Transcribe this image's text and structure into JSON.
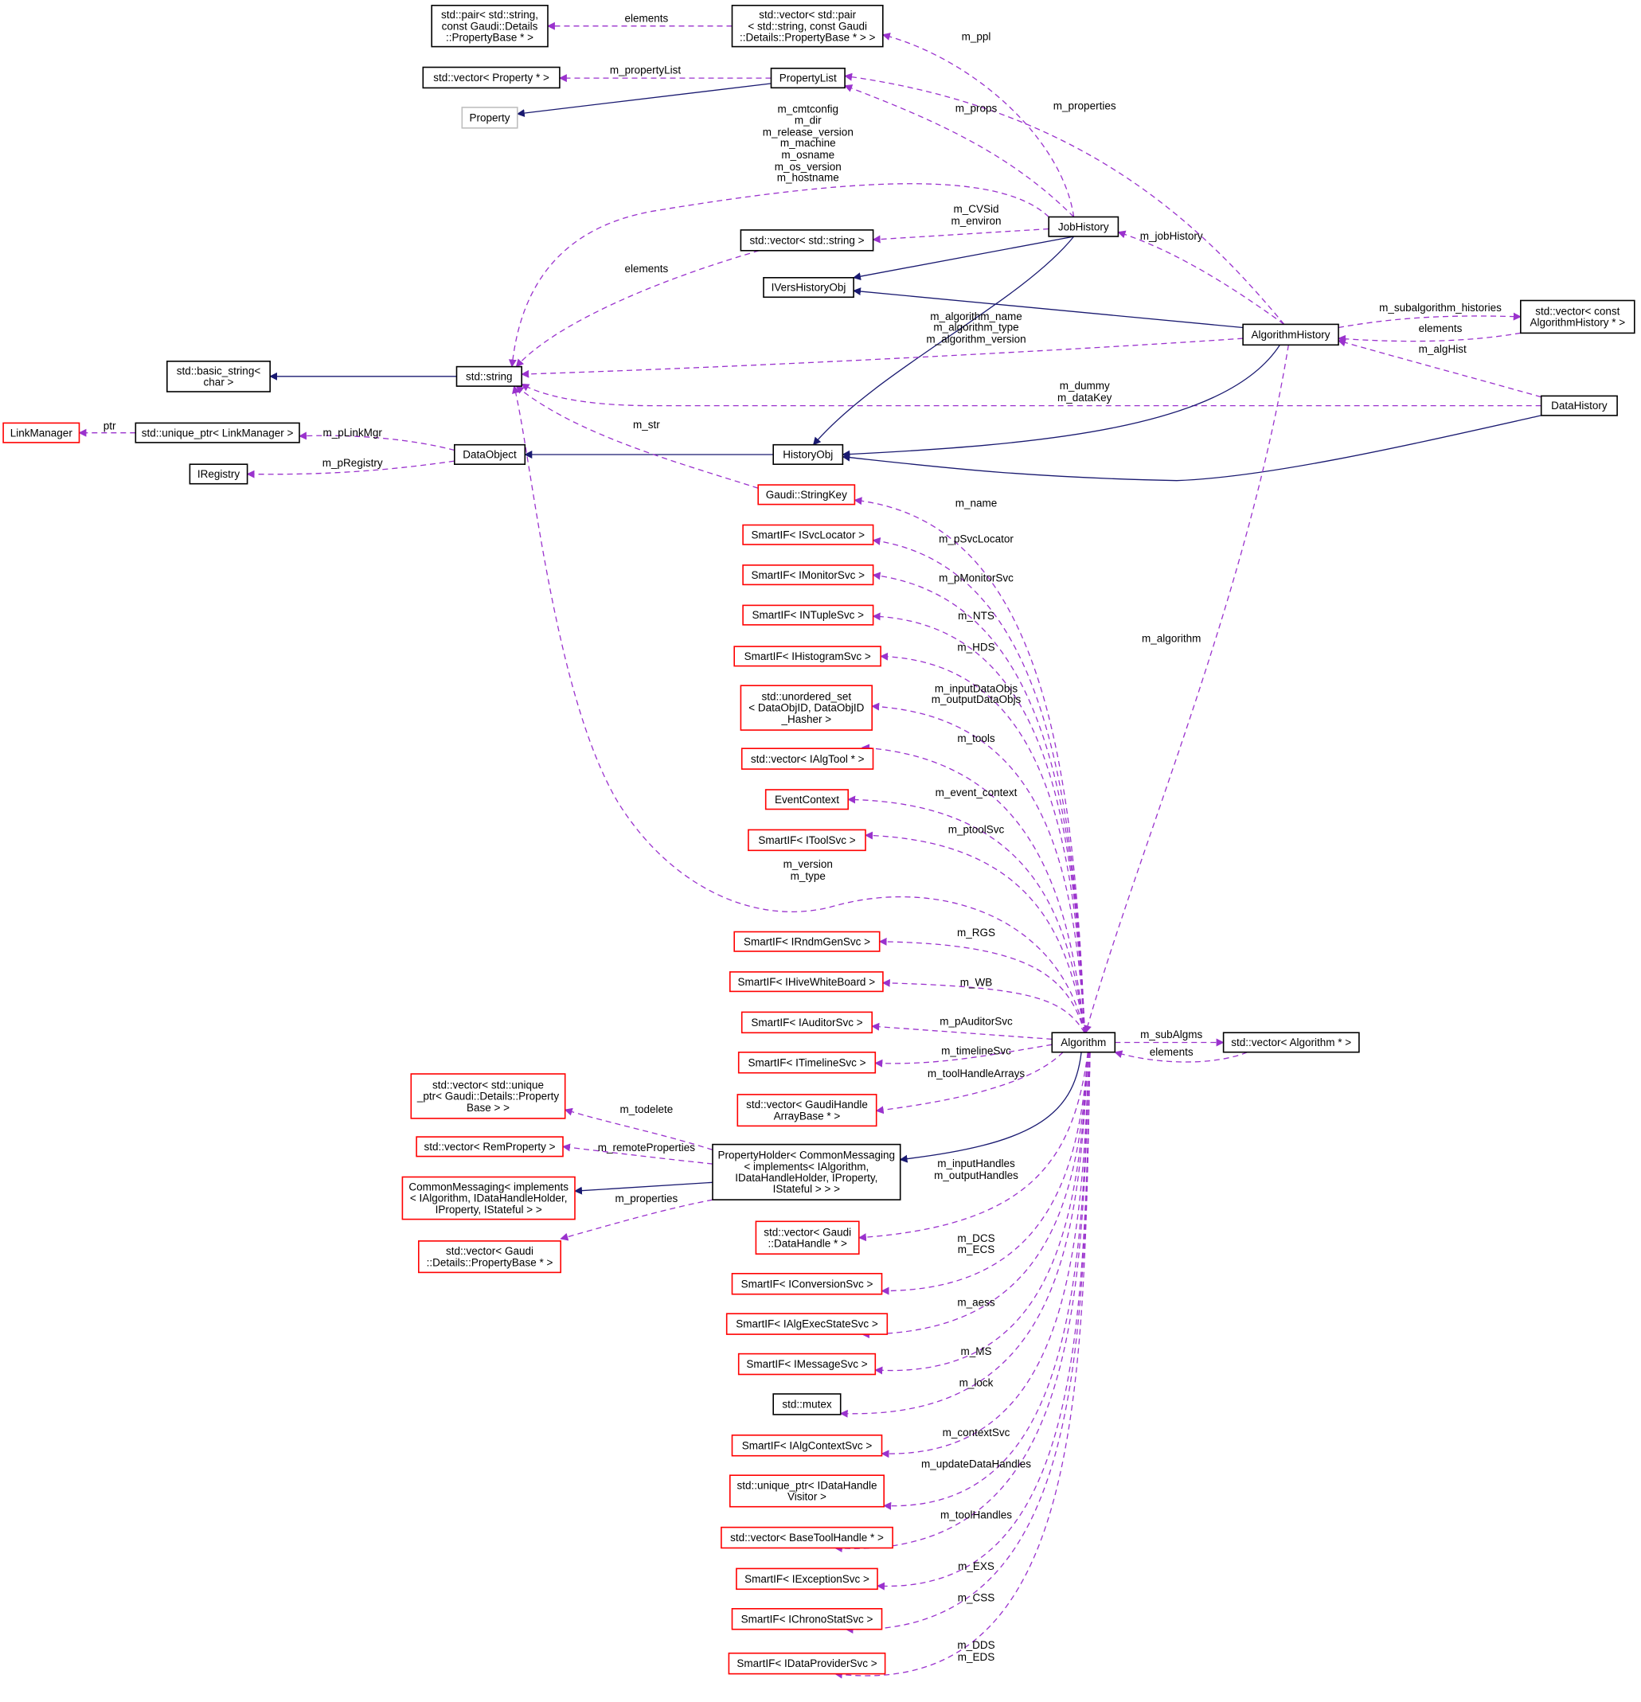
{
  "diagram": {
    "colors": {
      "inheritance": "#191970",
      "usage": "#9a32cd",
      "node_border_default": "#000000",
      "node_border_incomplete": "#ff0000",
      "node_border_external": "#bfbfbf",
      "node_fill_focus": "#bfbfbf"
    },
    "nodes": [
      {
        "id": "pair_prop",
        "lines": [
          "std::pair< std::string,",
          "const Gaudi::Details",
          "::PropertyBase * >"
        ],
        "style": "normal"
      },
      {
        "id": "vec_pair",
        "lines": [
          "std::vector< std::pair",
          "< std::string, const Gaudi",
          "::Details::PropertyBase * > >"
        ],
        "style": "normal"
      },
      {
        "id": "vec_property",
        "lines": [
          "std::vector< Property * >"
        ],
        "style": "normal"
      },
      {
        "id": "property_list",
        "lines": [
          "PropertyList"
        ],
        "style": "normal"
      },
      {
        "id": "property",
        "lines": [
          "Property"
        ],
        "style": "external"
      },
      {
        "id": "vec_string",
        "lines": [
          "std::vector< std::string >"
        ],
        "style": "normal"
      },
      {
        "id": "job_history",
        "lines": [
          "JobHistory"
        ],
        "style": "normal"
      },
      {
        "id": "ivers_history_obj",
        "lines": [
          "IVersHistoryObj"
        ],
        "style": "normal"
      },
      {
        "id": "algorithm_history",
        "lines": [
          "AlgorithmHistory"
        ],
        "style": "normal"
      },
      {
        "id": "vec_alg_hist",
        "lines": [
          "std::vector< const",
          "AlgorithmHistory * >"
        ],
        "style": "normal"
      },
      {
        "id": "basic_string",
        "lines": [
          "std::basic_string<",
          "char >"
        ],
        "style": "normal"
      },
      {
        "id": "std_string",
        "lines": [
          "std::string"
        ],
        "style": "normal"
      },
      {
        "id": "data_history",
        "lines": [
          "DataHistory"
        ],
        "style": "focus"
      },
      {
        "id": "link_manager",
        "lines": [
          "LinkManager"
        ],
        "style": "incomplete"
      },
      {
        "id": "unique_link_mgr",
        "lines": [
          "std::unique_ptr< LinkManager >"
        ],
        "style": "normal"
      },
      {
        "id": "data_object",
        "lines": [
          "DataObject"
        ],
        "style": "normal"
      },
      {
        "id": "history_obj",
        "lines": [
          "HistoryObj"
        ],
        "style": "normal"
      },
      {
        "id": "iregistry",
        "lines": [
          "IRegistry"
        ],
        "style": "normal"
      },
      {
        "id": "string_key",
        "lines": [
          "Gaudi::StringKey"
        ],
        "style": "incomplete"
      },
      {
        "id": "si_svclocator",
        "lines": [
          "SmartIF< ISvcLocator >"
        ],
        "style": "incomplete"
      },
      {
        "id": "si_monitorsvc",
        "lines": [
          "SmartIF< IMonitorSvc >"
        ],
        "style": "incomplete"
      },
      {
        "id": "si_ntuplesvc",
        "lines": [
          "SmartIF< INTupleSvc >"
        ],
        "style": "incomplete"
      },
      {
        "id": "si_histogramsvc",
        "lines": [
          "SmartIF< IHistogramSvc >"
        ],
        "style": "incomplete"
      },
      {
        "id": "unordered_set",
        "lines": [
          "std::unordered_set",
          "< DataObjID, DataObjID",
          "_Hasher >"
        ],
        "style": "incomplete"
      },
      {
        "id": "vec_algtool",
        "lines": [
          "std::vector< IAlgTool * >"
        ],
        "style": "incomplete"
      },
      {
        "id": "event_context",
        "lines": [
          "EventContext"
        ],
        "style": "incomplete"
      },
      {
        "id": "si_toolsvc",
        "lines": [
          "SmartIF< IToolSvc >"
        ],
        "style": "incomplete"
      },
      {
        "id": "si_rndmgensvc",
        "lines": [
          "SmartIF< IRndmGenSvc >"
        ],
        "style": "incomplete"
      },
      {
        "id": "si_hivewhiteboard",
        "lines": [
          "SmartIF< IHiveWhiteBoard >"
        ],
        "style": "incomplete"
      },
      {
        "id": "si_auditorsvc",
        "lines": [
          "SmartIF< IAuditorSvc >"
        ],
        "style": "incomplete"
      },
      {
        "id": "si_timelinesvc",
        "lines": [
          "SmartIF< ITimelineSvc >"
        ],
        "style": "incomplete"
      },
      {
        "id": "algorithm",
        "lines": [
          "Algorithm"
        ],
        "style": "normal"
      },
      {
        "id": "vec_algorithm",
        "lines": [
          "std::vector< Algorithm * >"
        ],
        "style": "normal"
      },
      {
        "id": "vec_unique_propbase",
        "lines": [
          "std::vector< std::unique",
          "_ptr< Gaudi::Details::Property",
          "Base > >"
        ],
        "style": "incomplete"
      },
      {
        "id": "vec_gaudihandle_arraybase",
        "lines": [
          "std::vector< GaudiHandle",
          "ArrayBase * >"
        ],
        "style": "incomplete"
      },
      {
        "id": "vec_remproperty",
        "lines": [
          "std::vector< RemProperty >"
        ],
        "style": "incomplete"
      },
      {
        "id": "property_holder",
        "lines": [
          "PropertyHolder< CommonMessaging",
          "< implements< IAlgorithm,",
          "IDataHandleHolder, IProperty,",
          "IStateful > > >"
        ],
        "style": "normal"
      },
      {
        "id": "common_messaging",
        "lines": [
          "CommonMessaging< implements",
          "< IAlgorithm, IDataHandleHolder,",
          "IProperty, IStateful > >"
        ],
        "style": "incomplete"
      },
      {
        "id": "vec_propbase",
        "lines": [
          "std::vector< Gaudi",
          "::Details::PropertyBase * >"
        ],
        "style": "incomplete"
      },
      {
        "id": "vec_datahandle",
        "lines": [
          "std::vector< Gaudi",
          "::DataHandle * >"
        ],
        "style": "incomplete"
      },
      {
        "id": "si_conversionsvc",
        "lines": [
          "SmartIF< IConversionSvc >"
        ],
        "style": "incomplete"
      },
      {
        "id": "si_algexecstatesvc",
        "lines": [
          "SmartIF< IAlgExecStateSvc >"
        ],
        "style": "incomplete"
      },
      {
        "id": "si_messagesvc",
        "lines": [
          "SmartIF< IMessageSvc >"
        ],
        "style": "incomplete"
      },
      {
        "id": "std_mutex",
        "lines": [
          "std::mutex"
        ],
        "style": "normal"
      },
      {
        "id": "si_algcontextsvc",
        "lines": [
          "SmartIF< IAlgContextSvc >"
        ],
        "style": "incomplete"
      },
      {
        "id": "unique_datahandle_visitor",
        "lines": [
          "std::unique_ptr< IDataHandle",
          "Visitor >"
        ],
        "style": "incomplete"
      },
      {
        "id": "vec_basetoolhandle",
        "lines": [
          "std::vector< BaseToolHandle * >"
        ],
        "style": "incomplete"
      },
      {
        "id": "si_exceptionsvc",
        "lines": [
          "SmartIF< IExceptionSvc >"
        ],
        "style": "incomplete"
      },
      {
        "id": "si_chronostatsvc",
        "lines": [
          "SmartIF< IChronoStatSvc >"
        ],
        "style": "incomplete"
      },
      {
        "id": "si_dataprovidersvc",
        "lines": [
          "SmartIF< IDataProviderSvc >"
        ],
        "style": "incomplete"
      }
    ],
    "edges": [
      {
        "id": "e_vecpair_pair",
        "kind": "usage",
        "label": [
          "elements"
        ]
      },
      {
        "id": "e_jobhist_vecpair",
        "kind": "usage",
        "label": [
          "m_ppl"
        ]
      },
      {
        "id": "e_proplist_vecprop",
        "kind": "usage",
        "label": [
          "m_propertyList"
        ]
      },
      {
        "id": "e_proplist_property",
        "kind": "inheritance",
        "label": []
      },
      {
        "id": "e_jobhist_proplist",
        "kind": "usage",
        "label": [
          "m_props"
        ]
      },
      {
        "id": "e_alghist_proplist",
        "kind": "usage",
        "label": [
          "m_properties"
        ]
      },
      {
        "id": "e_jobhist_string",
        "kind": "usage",
        "label": [
          "m_cmtconfig",
          "m_dir",
          "m_release_version",
          "m_machine",
          "m_osname",
          "m_os_version",
          "m_hostname"
        ]
      },
      {
        "id": "e_jobhist_vecstring",
        "kind": "usage",
        "label": [
          "m_CVSid",
          "m_environ"
        ]
      },
      {
        "id": "e_vecstring_string",
        "kind": "usage",
        "label": [
          "elements"
        ]
      },
      {
        "id": "e_jobhist_ivers",
        "kind": "inheritance",
        "label": []
      },
      {
        "id": "e_jobhist_historyobj",
        "kind": "inheritance",
        "label": []
      },
      {
        "id": "e_alghist_jobhist",
        "kind": "usage",
        "label": [
          "m_jobHistory"
        ]
      },
      {
        "id": "e_alghist_ivers",
        "kind": "inheritance",
        "label": []
      },
      {
        "id": "e_alghist_vecalghist",
        "kind": "usage",
        "label": [
          "m_subalgorithm_histories"
        ]
      },
      {
        "id": "e_vecalghist_alghist",
        "kind": "usage",
        "label": [
          "elements"
        ]
      },
      {
        "id": "e_alghist_string",
        "kind": "usage",
        "label": [
          "m_algorithm_name",
          "m_algorithm_type",
          "m_algorithm_version"
        ]
      },
      {
        "id": "e_string_basic",
        "kind": "inheritance",
        "label": []
      },
      {
        "id": "e_datahist_alghist",
        "kind": "usage",
        "label": [
          "m_algHist"
        ]
      },
      {
        "id": "e_datahist_string",
        "kind": "usage",
        "label": [
          "m_dummy",
          "m_dataKey"
        ]
      },
      {
        "id": "e_datahist_historyobj",
        "kind": "inheritance",
        "label": []
      },
      {
        "id": "e_alghist_historyobj",
        "kind": "inheritance",
        "label": []
      },
      {
        "id": "e_uniquelink_linkmgr",
        "kind": "usage",
        "label": [
          "ptr"
        ]
      },
      {
        "id": "e_dataobj_uniquelink",
        "kind": "usage",
        "label": [
          "m_pLinkMgr"
        ]
      },
      {
        "id": "e_dataobj_iregistry",
        "kind": "usage",
        "label": [
          "m_pRegistry"
        ]
      },
      {
        "id": "e_historyobj_dataobj",
        "kind": "inheritance",
        "label": []
      },
      {
        "id": "e_stringkey_string",
        "kind": "usage",
        "label": [
          "m_str"
        ]
      },
      {
        "id": "e_alghist_algorithm",
        "kind": "usage",
        "label": [
          "m_algorithm"
        ]
      },
      {
        "id": "e_alg_stringkey",
        "kind": "usage",
        "label": [
          "m_name"
        ]
      },
      {
        "id": "e_alg_svclocator",
        "kind": "usage",
        "label": [
          "m_pSvcLocator"
        ]
      },
      {
        "id": "e_alg_monitorsvc",
        "kind": "usage",
        "label": [
          "m_pMonitorSvc"
        ]
      },
      {
        "id": "e_alg_ntuplesvc",
        "kind": "usage",
        "label": [
          "m_NTS"
        ]
      },
      {
        "id": "e_alg_histogramsvc",
        "kind": "usage",
        "label": [
          "m_HDS"
        ]
      },
      {
        "id": "e_alg_unorderedset",
        "kind": "usage",
        "label": [
          "m_inputDataObjs",
          "m_outputDataObjs"
        ]
      },
      {
        "id": "e_alg_vecalgtool",
        "kind": "usage",
        "label": [
          "m_tools"
        ]
      },
      {
        "id": "e_alg_eventcontext",
        "kind": "usage",
        "label": [
          "m_event_context"
        ]
      },
      {
        "id": "e_alg_toolsvc",
        "kind": "usage",
        "label": [
          "m_ptoolSvc"
        ]
      },
      {
        "id": "e_alg_string",
        "kind": "usage",
        "label": [
          "m_version",
          "m_type"
        ]
      },
      {
        "id": "e_alg_rndmgensvc",
        "kind": "usage",
        "label": [
          "m_RGS"
        ]
      },
      {
        "id": "e_alg_hivewhiteboard",
        "kind": "usage",
        "label": [
          "m_WB"
        ]
      },
      {
        "id": "e_alg_auditorsvc",
        "kind": "usage",
        "label": [
          "m_pAuditorSvc"
        ]
      },
      {
        "id": "e_alg_timelinesvc",
        "kind": "usage",
        "label": [
          "m_timelineSvc"
        ]
      },
      {
        "id": "e_alg_vecgaudihandle",
        "kind": "usage",
        "label": [
          "m_toolHandleArrays"
        ]
      },
      {
        "id": "e_alg_vecalgorithm",
        "kind": "usage",
        "label": [
          "m_subAlgms"
        ]
      },
      {
        "id": "e_vecalgorithm_alg",
        "kind": "usage",
        "label": [
          "elements"
        ]
      },
      {
        "id": "e_alg_propertyholder",
        "kind": "inheritance",
        "label": []
      },
      {
        "id": "e_ph_vecuniqueprop",
        "kind": "usage",
        "label": [
          "m_todelete"
        ]
      },
      {
        "id": "e_ph_vecremprop",
        "kind": "usage",
        "label": [
          "m_remoteProperties"
        ]
      },
      {
        "id": "e_ph_commonmessaging",
        "kind": "inheritance",
        "label": []
      },
      {
        "id": "e_ph_vecpropbase",
        "kind": "usage",
        "label": [
          "m_properties"
        ]
      },
      {
        "id": "e_alg_vecdatahandle",
        "kind": "usage",
        "label": [
          "m_inputHandles",
          "m_outputHandles"
        ]
      },
      {
        "id": "e_alg_conversionsvc",
        "kind": "usage",
        "label": [
          "m_DCS",
          "m_ECS"
        ]
      },
      {
        "id": "e_alg_algexecstatesvc",
        "kind": "usage",
        "label": [
          "m_aess"
        ]
      },
      {
        "id": "e_alg_messagesvc",
        "kind": "usage",
        "label": [
          "m_MS"
        ]
      },
      {
        "id": "e_alg_mutex",
        "kind": "usage",
        "label": [
          "m_lock"
        ]
      },
      {
        "id": "e_alg_algcontextsvc",
        "kind": "usage",
        "label": [
          "m_contextSvc"
        ]
      },
      {
        "id": "e_alg_dhvisitor",
        "kind": "usage",
        "label": [
          "m_updateDataHandles"
        ]
      },
      {
        "id": "e_alg_vecbasetoolhandle",
        "kind": "usage",
        "label": [
          "m_toolHandles"
        ]
      },
      {
        "id": "e_alg_exceptionsvc",
        "kind": "usage",
        "label": [
          "m_EXS"
        ]
      },
      {
        "id": "e_alg_chronostatsvc",
        "kind": "usage",
        "label": [
          "m_CSS"
        ]
      },
      {
        "id": "e_alg_dataprovidersvc",
        "kind": "usage",
        "label": [
          "m_DDS",
          "m_EDS"
        ]
      }
    ]
  }
}
